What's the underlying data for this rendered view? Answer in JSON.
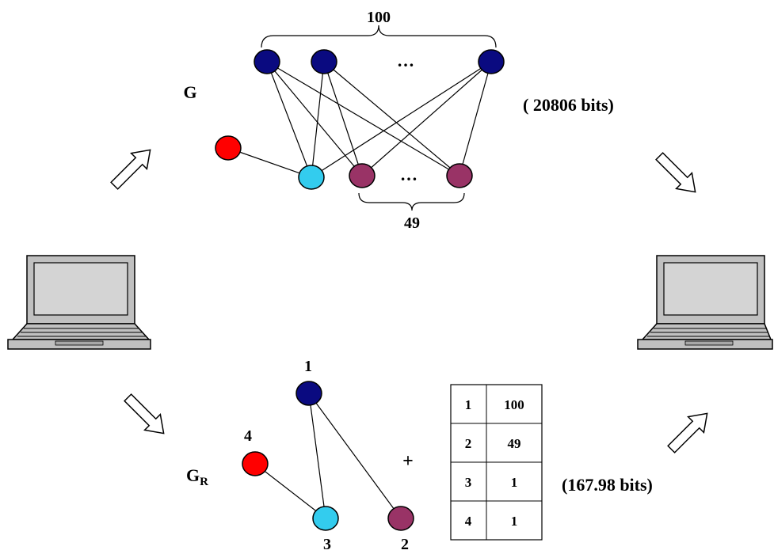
{
  "top_graph": {
    "label": "G",
    "count_top": "100",
    "count_bottom": "49",
    "ellipsis_top": "…",
    "ellipsis_bottom": "…",
    "size_label": "( 20806 bits)"
  },
  "bottom_graph": {
    "label_main": "G",
    "label_sub": "R",
    "node_labels": {
      "n1": "1",
      "n2": "2",
      "n3": "3",
      "n4": "4"
    },
    "plus": "+",
    "table": [
      [
        "1",
        "100"
      ],
      [
        "2",
        "49"
      ],
      [
        "3",
        "1"
      ],
      [
        "4",
        "1"
      ]
    ],
    "size_label": "(167.98 bits)"
  },
  "colors": {
    "navy": "#0a0a80",
    "cyan": "#33ccee",
    "purple": "#993366",
    "red": "#ff0000",
    "laptop_body": "#c0c0c0",
    "laptop_screen": "#d4d4d4"
  },
  "icons": [
    "laptop-left-icon",
    "laptop-right-icon",
    "arrow-up-right-icon",
    "arrow-down-right-icon"
  ]
}
